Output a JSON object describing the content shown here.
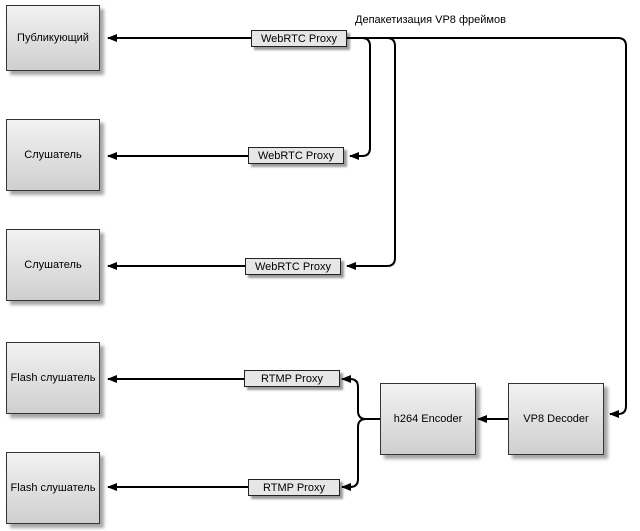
{
  "nodes": {
    "publisher": "Публикующий",
    "listener_1": "Слушатель",
    "listener_2": "Слушатель",
    "flash_listener_1": "Flash слушатель",
    "flash_listener_2": "Flash слушатель",
    "h264_encoder": "h264 Encoder",
    "vp8_decoder": "VP8 Decoder"
  },
  "proxies": {
    "webrtc_1": "WebRTC Proxy",
    "webrtc_2": "WebRTC Proxy",
    "webrtc_3": "WebRTC Proxy",
    "rtmp_1": "RTMP Proxy",
    "rtmp_2": "RTMP Proxy"
  },
  "annotations": {
    "depacketization": "Депакетизация VP8 фреймов"
  }
}
